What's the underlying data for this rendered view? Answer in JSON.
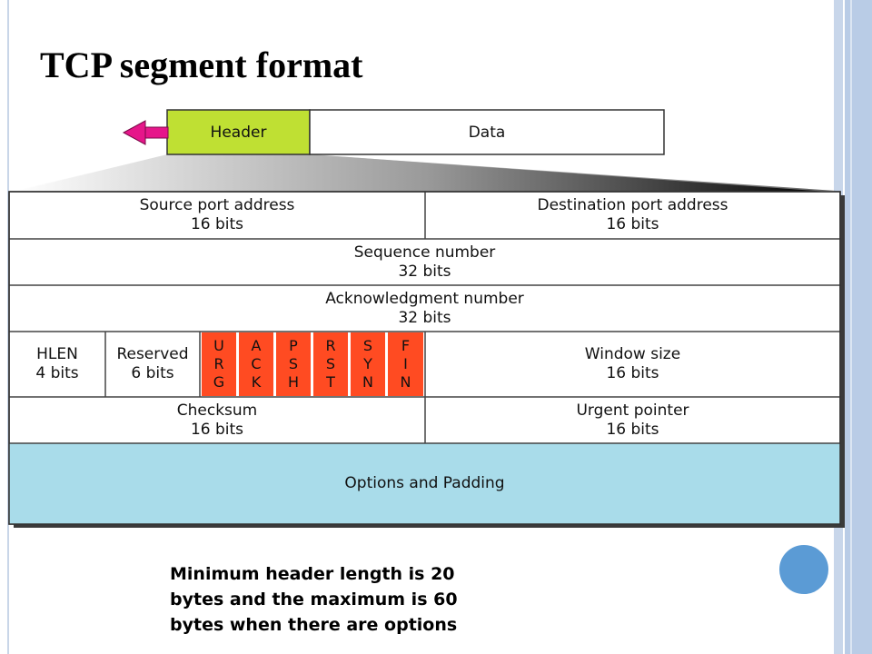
{
  "title": "TCP segment format",
  "segment": {
    "header_label": "Header",
    "data_label": "Data"
  },
  "fields": {
    "source_port": {
      "name": "Source port address",
      "size": "16 bits"
    },
    "destination_port": {
      "name": "Destination port address",
      "size": "16 bits"
    },
    "sequence_number": {
      "name": "Sequence number",
      "size": "32 bits"
    },
    "ack_number": {
      "name": "Acknowledgment number",
      "size": "32 bits"
    },
    "hlen": {
      "name": "HLEN",
      "size": "4 bits"
    },
    "reserved": {
      "name": "Reserved",
      "size": "6 bits"
    },
    "window_size": {
      "name": "Window size",
      "size": "16 bits"
    },
    "checksum": {
      "name": "Checksum",
      "size": "16 bits"
    },
    "urgent_pointer": {
      "name": "Urgent pointer",
      "size": "16 bits"
    },
    "options": {
      "name": "Options and Padding"
    }
  },
  "flags": [
    {
      "letters": [
        "U",
        "R",
        "G"
      ]
    },
    {
      "letters": [
        "A",
        "C",
        "K"
      ]
    },
    {
      "letters": [
        "P",
        "S",
        "H"
      ]
    },
    {
      "letters": [
        "R",
        "S",
        "T"
      ]
    },
    {
      "letters": [
        "S",
        "Y",
        "N"
      ]
    },
    {
      "letters": [
        "F",
        "I",
        "N"
      ]
    }
  ],
  "note": {
    "line1": "Minimum header length is 20",
    "line2": "bytes and the maximum is 60",
    "line3": "bytes when there are options"
  },
  "colors": {
    "header_fill": "#bfe033",
    "flag_fill": "#ff4b22",
    "options_fill": "#a9dcea",
    "arrow_fill": "#e6168a",
    "accent_circle": "#5b9bd5"
  },
  "icons": {
    "arrow": "left-arrow-icon"
  }
}
